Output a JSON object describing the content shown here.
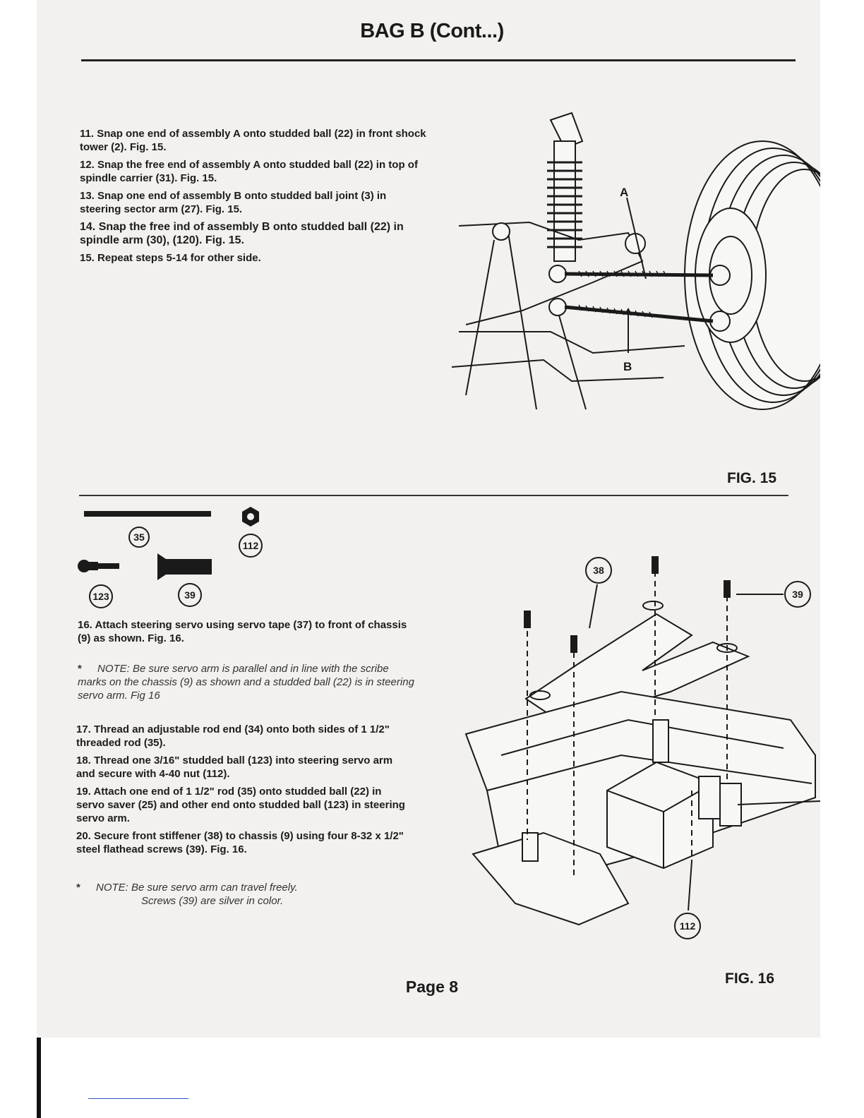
{
  "header": {
    "title": "BAG B (Cont...)"
  },
  "steps_part1": [
    "11. Snap one end of assembly A onto studded ball (22) in front shock tower (2). Fig. 15.",
    "12. Snap the free end of assembly A onto studded ball (22) in top of spindle carrier (31). Fig. 15.",
    "13. Snap one end of assembly B onto studded ball joint (3)  in steering sector arm (27). Fig. 15.",
    "14. Snap the free ind of assembly B onto studded ball (22) in spindle arm (30), (120). Fig. 15.",
    "15. Repeat steps 5-14 for other side."
  ],
  "fig15": {
    "label": "FIG. 15",
    "callout_a": "A",
    "callout_b": "B"
  },
  "parts": {
    "p35": "35",
    "p112": "112",
    "p123": "123",
    "p39": "39"
  },
  "step16": "16. Attach steering servo using servo tape (37) to front of chassis (9) as shown. Fig. 16.",
  "note1": {
    "marker": "*",
    "text": "NOTE:  Be sure servo arm is parallel and in line with the scribe marks on the chassis (9) as shown and a studded ball (22) is in steering servo arm.  Fig  16"
  },
  "steps_part2": [
    "17. Thread an adjustable rod end (34) onto both sides of 1 1/2\" threaded rod (35).",
    "18. Thread one 3/16\" studded ball (123) into steering servo arm and secure with 4-40 nut (112).",
    "19. Attach one end of 1 1/2\" rod (35) onto studded ball (22) in servo saver (25) and other end onto studded ball (123)  in steering servo arm.",
    "20. Secure front stiffener (38) to chassis (9) using four 8-32 x 1/2\" steel flathead screws (39). Fig. 16."
  ],
  "note2": {
    "marker": "*",
    "prefix": "NOTE:",
    "line1": "Be sure servo arm can travel freely.",
    "line2": "Screws (39) are silver in color."
  },
  "fig16": {
    "label": "FIG. 16",
    "c38": "38",
    "c39": "39",
    "c112": "112"
  },
  "footer": {
    "page": "Page 8"
  }
}
